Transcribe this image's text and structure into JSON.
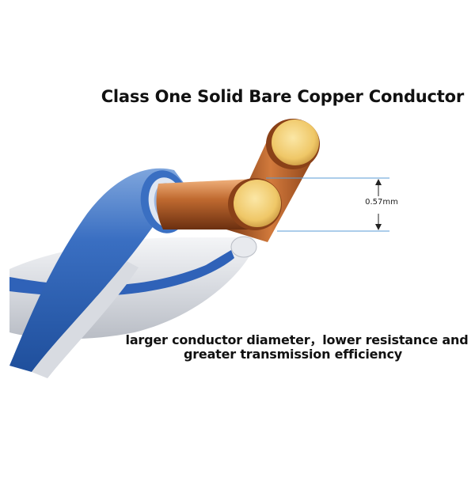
{
  "title": "Class One Solid Bare Copper Conductor",
  "dimension": {
    "label": "0.57mm"
  },
  "caption": {
    "line1": "larger conductor diameter，lower resistance and",
    "line2": "greater transmission efficiency"
  },
  "colors": {
    "copper": "#b8632c",
    "copper_face": "#f1cf79",
    "blue_insulation": "#2f62b8",
    "grey_insulation": "#d5d8de",
    "dimension_line": "#5a9bd4"
  }
}
